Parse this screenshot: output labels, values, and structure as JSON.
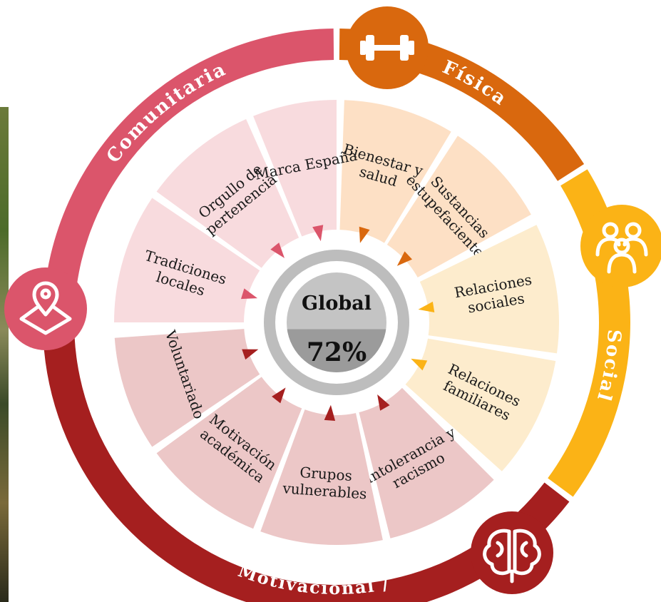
{
  "center": {
    "title": "Global",
    "value": "72%",
    "fill_level": 0.72
  },
  "categories": [
    {
      "name": "Física",
      "color": "#d9680e",
      "light": "#fde0c5",
      "icon": "dumbbell-icon"
    },
    {
      "name": "Social",
      "color": "#fbb316",
      "light": "#fdeccd",
      "icon": "people-group-icon"
    },
    {
      "name": "Motivacional /",
      "color": "#a51f1f",
      "light": "#ecc7c7",
      "icon": "brain-icon"
    },
    {
      "name": "Comunitaria",
      "color": "#db556b",
      "light": "#f8dbde",
      "icon": "location-pin-icon"
    }
  ],
  "segments": [
    {
      "id": "bienestar",
      "lines": [
        "Bienestar y",
        "salud"
      ],
      "category": "Física"
    },
    {
      "id": "sustancias",
      "lines": [
        "Sustancias",
        "estupefacientes"
      ],
      "category": "Física"
    },
    {
      "id": "relaciones-sociales",
      "lines": [
        "Relaciones",
        "sociales"
      ],
      "category": "Social"
    },
    {
      "id": "relaciones-familiares",
      "lines": [
        "Relaciones",
        "familiares"
      ],
      "category": "Social"
    },
    {
      "id": "intolerancia",
      "lines": [
        "Intolerancia y",
        "racismo"
      ],
      "category": "Motivacional /"
    },
    {
      "id": "grupos",
      "lines": [
        "Grupos",
        "vulnerables"
      ],
      "category": "Motivacional /"
    },
    {
      "id": "motivacion",
      "lines": [
        "Motivación",
        "académica"
      ],
      "category": "Motivacional /"
    },
    {
      "id": "voluntariado",
      "lines": [
        "Voluntariado"
      ],
      "category": "Motivacional /"
    },
    {
      "id": "tradiciones",
      "lines": [
        "Tradiciones",
        "locales"
      ],
      "category": "Comunitaria"
    },
    {
      "id": "orgullo",
      "lines": [
        "Orgullo de",
        "pertenencia"
      ],
      "category": "Comunitaria"
    },
    {
      "id": "marca",
      "lines": [
        "Marca España"
      ],
      "category": "Comunitaria"
    }
  ]
}
